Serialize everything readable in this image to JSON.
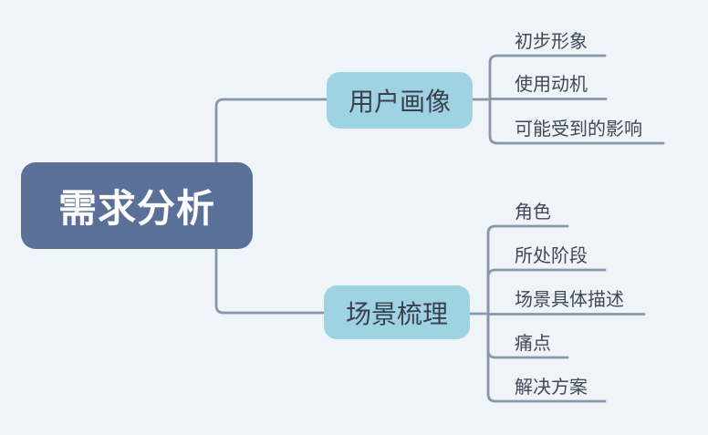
{
  "palette": {
    "background": "#eff4f9",
    "root_fill": "#5b7098",
    "root_text": "#ffffff",
    "branch_fill": "#9fd3e4",
    "branch_text": "#39424c",
    "child_text": "#3f4855",
    "connector_line": "#8995a8"
  },
  "mindmap": {
    "root": {
      "label": "需求分析"
    },
    "branches": [
      {
        "label": "用户画像",
        "children": [
          {
            "label": "初步形象"
          },
          {
            "label": "使用动机"
          },
          {
            "label": "可能受到的影响"
          }
        ]
      },
      {
        "label": "场景梳理",
        "children": [
          {
            "label": "角色"
          },
          {
            "label": "所处阶段"
          },
          {
            "label": "场景具体描述"
          },
          {
            "label": "痛点"
          },
          {
            "label": "解决方案"
          }
        ]
      }
    ]
  }
}
